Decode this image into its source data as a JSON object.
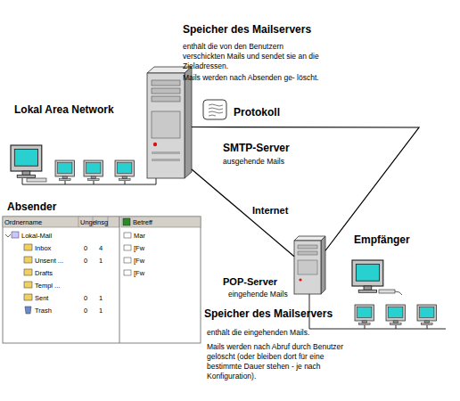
{
  "diagram": {
    "nodes": [
      {
        "text": [
          "SMTP-Server",
          "ausgehende Mails"
        ]
      },
      {
        "text": [
          "Absender",
          "Ordnername",
          "Unge",
          "Insg",
          "Betreff",
          "Lokal-Mail",
          "Inbox",
          "0",
          "4",
          "Unsent ...",
          "0",
          "1",
          "Drafts",
          "Templ ...",
          "Sent",
          "0",
          "1",
          "Trash",
          "0",
          "1",
          "Mar",
          "[Fw",
          "[Fw",
          "[Fw"
        ]
      },
      {
        "text": [
          "POP-Server",
          "eingehende Mails"
        ]
      }
    ],
    "edges": [
      {
        "from": 0,
        "to": 2,
        "label": "Internet",
        "arrow": "none"
      },
      {
        "from": 0,
        "to": 2,
        "arrow": "none"
      }
    ],
    "labels": [
      "Speicher des Mailservers",
      "enthält die von den Benutzern verschickten Mails und sendet sie an die Zieladressen.",
      "Mails werden nach Absenden ge- löscht.",
      "Lokal Area Network",
      "Protokoll",
      "Empfänger",
      "Speicher des Mailservers",
      "enthält die eingehenden Mails.",
      "Mails werden nach Abruf durch Benutzer gelöscht (oder bleiben dort für eine bestimmte Dauer stehen - je nach Konfiguration)."
    ]
  }
}
